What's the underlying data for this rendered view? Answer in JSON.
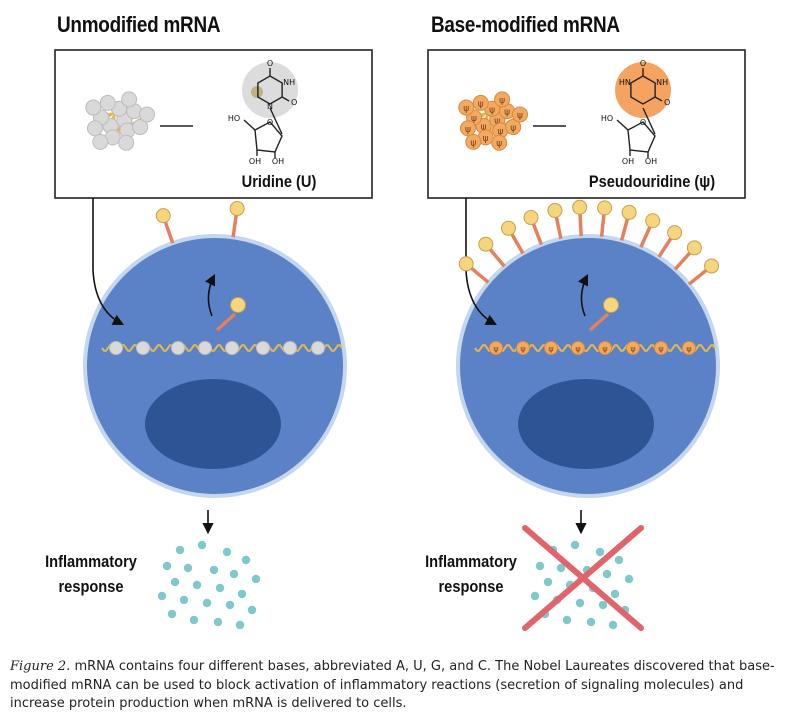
{
  "panels": [
    {
      "title": "Unmodified mRNA",
      "nucleoside_label": "Uridine (U)",
      "outcome_label_line1": "Inflammatory",
      "outcome_label_line2": "response",
      "outcome_blocked": false,
      "atom_labels": {
        "o_top": "O",
        "nh": "NH",
        "o_right": "O",
        "n": "N",
        "ho": "HO",
        "o_ring": "O",
        "oh1": "OH",
        "oh2": "OH"
      }
    },
    {
      "title": "Base-modified mRNA",
      "nucleoside_label": "Pseudouridine (ψ)",
      "outcome_label_line1": "Inflammatory",
      "outcome_label_line2": "response",
      "outcome_blocked": true,
      "atom_labels": {
        "o_top": "O",
        "hn": "HN",
        "nh": "NH",
        "o_right": "O",
        "ho": "HO",
        "o_ring": "O",
        "oh1": "OH",
        "oh2": "OH"
      },
      "psi_symbol": "ψ"
    }
  ],
  "caption": {
    "figure_label": "Figure 2.",
    "text": " mRNA contains four different bases, abbreviated A, U, G, and C. The Nobel Laureates discovered that base-modified mRNA can be used to block activation of inflammatory reactions (secretion of signaling molecules) and increase protein production when mRNA is delivered to cells."
  },
  "colors": {
    "cell_fill": "#5b82c6",
    "cell_border": "#c4d7ee",
    "nucleus_fill": "#2f5496",
    "mrna_strand": "#e3b94c",
    "unmodified_base": "#d9d9d9",
    "modified_base": "#f2aa62",
    "receptor_ball": "#f6d57f",
    "receptor_stem": "#e6805c",
    "signal_dots": "#7fc9cc",
    "cross": "#e0656b",
    "uridine_halo": "#dcdcdc",
    "pseudouridine_halo": "#f4a460"
  }
}
